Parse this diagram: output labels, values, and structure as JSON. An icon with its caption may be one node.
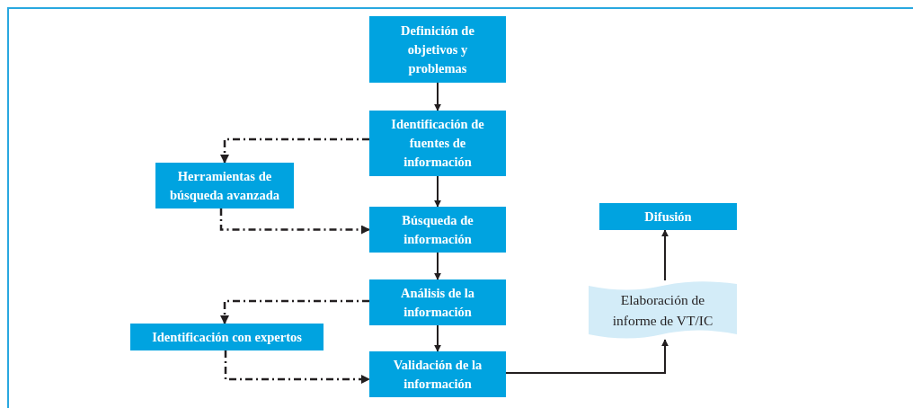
{
  "diagram": {
    "nodes": [
      {
        "text": [
          "Definición de objetivos y problemas"
        ]
      },
      {
        "text": [
          "Identificación de fuentes de información"
        ]
      },
      {
        "text": [
          "Herramientas de búsqueda avanzada"
        ]
      },
      {
        "text": [
          "Búsqueda de información"
        ]
      },
      {
        "text": [
          "Análisis de la información"
        ]
      },
      {
        "text": [
          "Identificación con expertos"
        ]
      },
      {
        "text": [
          "Validación de la información"
        ]
      },
      {
        "text": [
          "Elaboración de informe de VT/IC"
        ]
      },
      {
        "text": [
          "Difusión"
        ]
      }
    ],
    "edges": [
      {
        "from": 0,
        "to": 1,
        "arrow": "to"
      },
      {
        "from": 1,
        "to": 2,
        "arrow": "to",
        "style": "dashed"
      },
      {
        "from": 1,
        "to": 3,
        "arrow": "to"
      },
      {
        "from": 2,
        "to": 3,
        "arrow": "to",
        "style": "dashed"
      },
      {
        "from": 3,
        "to": 4,
        "arrow": "to"
      },
      {
        "from": 4,
        "to": 5,
        "arrow": "to",
        "style": "dashed"
      },
      {
        "from": 4,
        "to": 6,
        "arrow": "to"
      },
      {
        "from": 5,
        "to": 6,
        "arrow": "to",
        "style": "dashed"
      },
      {
        "from": 6,
        "to": 7,
        "arrow": "to"
      },
      {
        "from": 7,
        "to": 8,
        "arrow": "to"
      }
    ]
  }
}
